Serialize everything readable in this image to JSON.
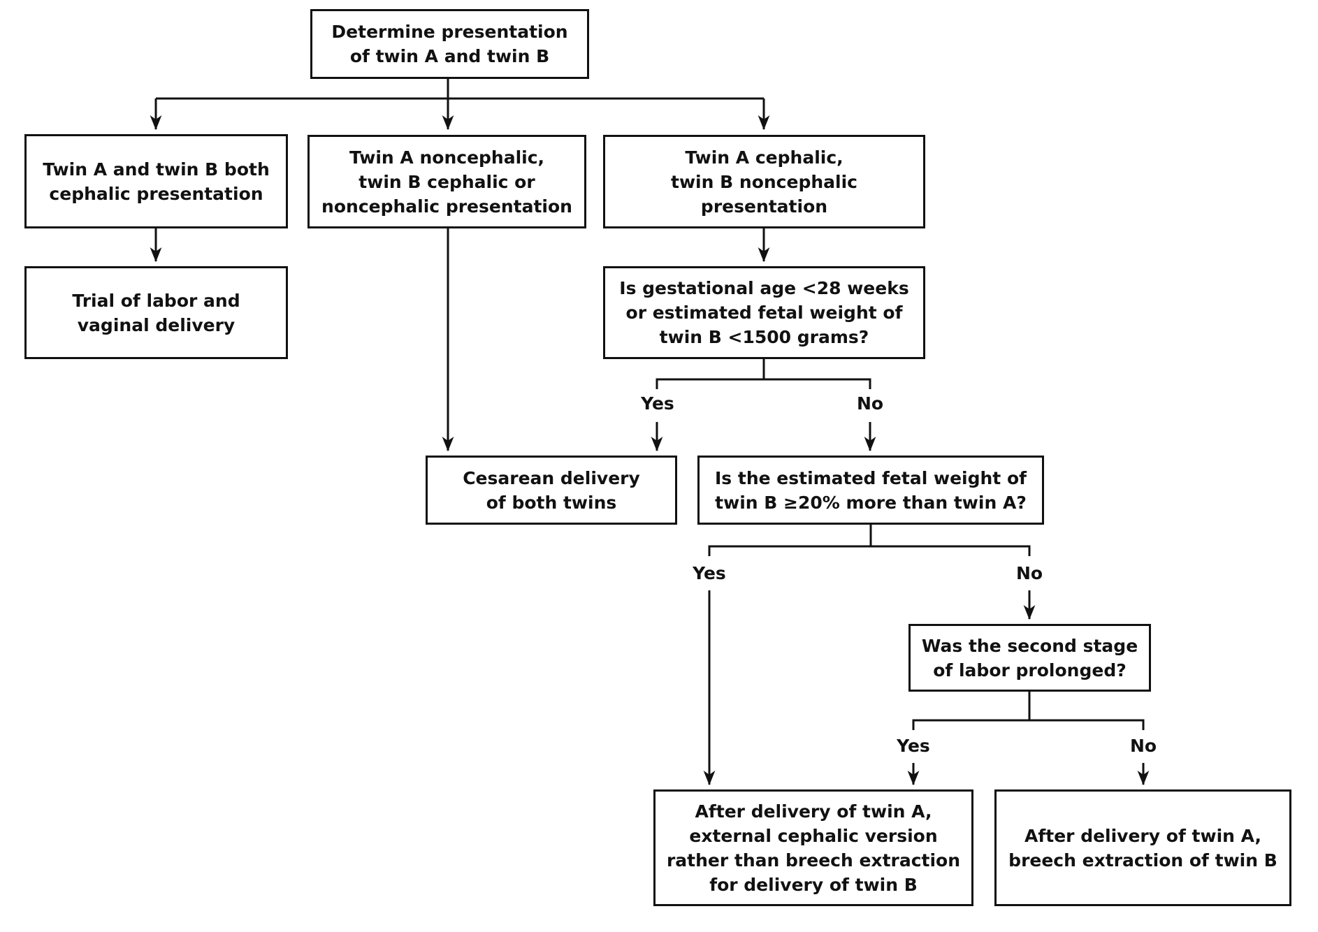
{
  "colors": {
    "ink": "#111111",
    "background": "#ffffff"
  },
  "nodes": {
    "root": {
      "text": "Determine presentation\nof twin A and twin B"
    },
    "both_cephalic": {
      "text": "Twin A and twin B both\ncephalic presentation"
    },
    "a_noncephalic": {
      "text": "Twin A noncephalic,\ntwin B cephalic or\nnoncephalic presentation"
    },
    "a_cephalic": {
      "text": "Twin A cephalic,\ntwin B noncephalic\npresentation"
    },
    "trial_of_labor": {
      "text": "Trial of labor and\nvaginal delivery"
    },
    "gestational_age": {
      "text": "Is gestational age <28 weeks\nor estimated fetal weight of\ntwin B <1500 grams?"
    },
    "cesarean": {
      "text": "Cesarean delivery\nof both twins"
    },
    "fetal_weight": {
      "text": "Is the estimated fetal weight of\ntwin B ≥20% more than twin A?"
    },
    "second_stage": {
      "text": "Was the second stage\nof labor prolonged?"
    },
    "ecv": {
      "text": "After delivery of twin A,\nexternal cephalic version\nrather than breech extraction\nfor delivery of twin B"
    },
    "breech_extraction": {
      "text": "After delivery of twin A,\nbreech extraction of twin B"
    }
  },
  "branch_labels": {
    "gestational_age": {
      "yes": "Yes",
      "no": "No"
    },
    "fetal_weight": {
      "yes": "Yes",
      "no": "No"
    },
    "second_stage": {
      "yes": "Yes",
      "no": "No"
    }
  }
}
